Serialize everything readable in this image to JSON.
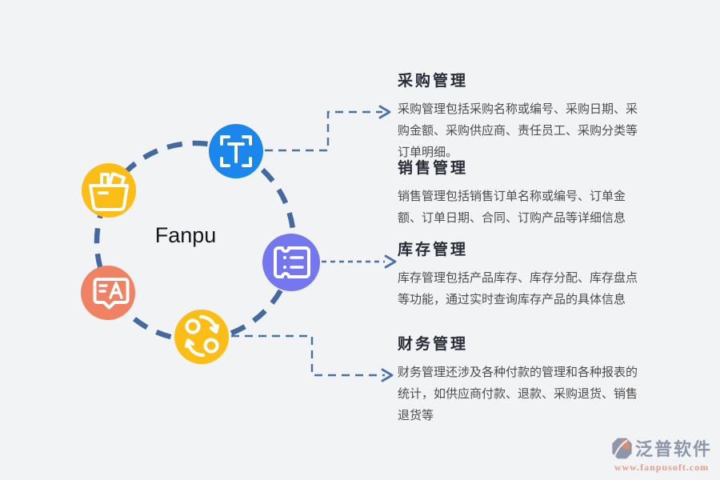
{
  "page": {
    "background": "#f2f3f5"
  },
  "colors": {
    "ring": "#44699f",
    "connector": "#4a72a8",
    "icon_stroke": "#ffffff",
    "heading": "#272c37",
    "body_text": "#4d4d4d",
    "brand": "#8d97a9",
    "url": "#e89c84"
  },
  "diagram": {
    "center_label": "Fanpu",
    "nodes": [
      {
        "id": "scan-text",
        "color": "#1b87ec"
      },
      {
        "id": "shopping-basket",
        "color": "#fcbd17"
      },
      {
        "id": "chat-translate",
        "color": "#f08263"
      },
      {
        "id": "sync-exchange",
        "color": "#fcbd17"
      },
      {
        "id": "ticket",
        "color": "#7577ee"
      }
    ]
  },
  "sections": [
    {
      "title": "采购管理",
      "body": "采购管理包括采购名称或编号、采购日期、采购金额、采购供应商、责任员工、采购分类等订单明细。"
    },
    {
      "title": "销售管理",
      "body": "销售管理包括销售订单名称或编号、订单金额、订单日期、合同、订购产品等详细信息"
    },
    {
      "title": "库存管理",
      "body": "库存管理包括产品库存、库存分配、库存盘点等功能，通过实时查询库存产品的具体信息"
    },
    {
      "title": "财务管理",
      "body": "财务管理还涉及各种付款的管理和各种报表的统计，如供应商付款、退款、采购退货、销售退货等"
    }
  ],
  "footer": {
    "brand": "泛普软件",
    "url": "www.fanpusoft.com"
  }
}
